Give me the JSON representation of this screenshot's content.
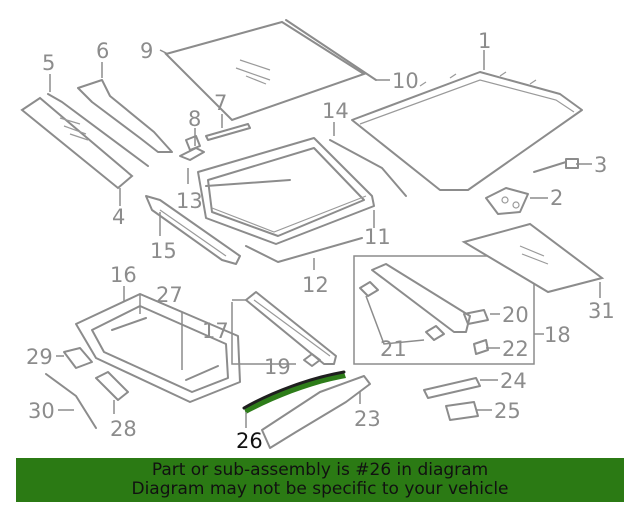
{
  "diagram": {
    "highlighted_part": "26",
    "callouts": [
      "1",
      "2",
      "3",
      "4",
      "5",
      "6",
      "7",
      "8",
      "9",
      "10",
      "11",
      "12",
      "13",
      "14",
      "15",
      "16",
      "17",
      "18",
      "19",
      "20",
      "21",
      "22",
      "23",
      "24",
      "25",
      "26",
      "27",
      "28",
      "29",
      "30",
      "31"
    ]
  },
  "banner": {
    "line1": "Part or sub-assembly is #26 in diagram",
    "line2": "Diagram may not be specific to your vehicle",
    "background": "#2b7a14"
  },
  "colors": {
    "line_art": "#8c8c8c",
    "highlight": "#111111"
  }
}
